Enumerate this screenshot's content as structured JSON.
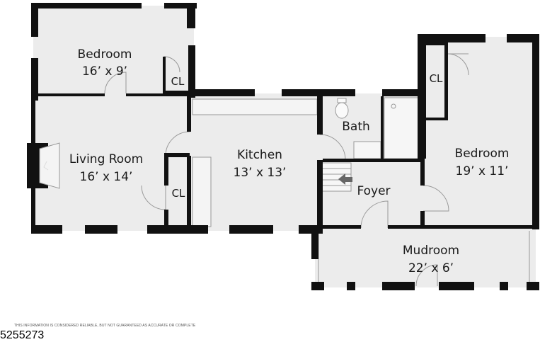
{
  "rooms": {
    "bedroom_left": {
      "name": "Bedroom",
      "size": "16’ x 9’"
    },
    "living_room": {
      "name": "Living Room",
      "size": "16’ x 14’"
    },
    "kitchen": {
      "name": "Kitchen",
      "size": "13’ x 13’"
    },
    "bath": {
      "name": "Bath"
    },
    "foyer": {
      "name": "Foyer"
    },
    "bedroom_right": {
      "name": "Bedroom",
      "size": "19’ x 11’"
    },
    "mudroom": {
      "name": "Mudroom",
      "size": "22’ x 6’"
    }
  },
  "closets": {
    "closet_bedroom_left": "CL",
    "closet_living": "CL",
    "closet_bedroom_right": "CL"
  },
  "footer": {
    "disclaimer": "THIS INFORMATION IS CONSIDERED RELIABLE, BUT NOT GUARANTEED AS ACCURATE OR COMPLETE",
    "listing_id": "5255273"
  },
  "colors": {
    "wall": "#111111",
    "floor": "#ececec",
    "thin_line": "#999999"
  }
}
